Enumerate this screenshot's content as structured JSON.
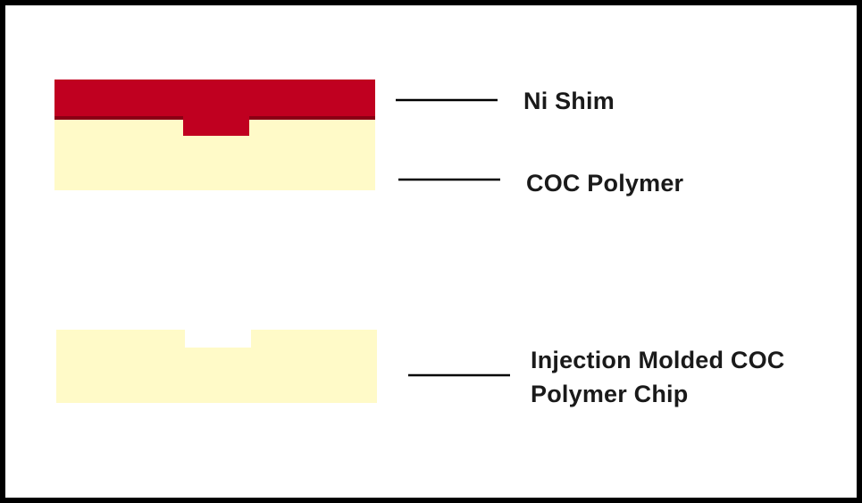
{
  "labels": {
    "shim": "Ni Shim",
    "polymer": "COC Polymer",
    "chip_line1": "Injection Molded COC",
    "chip_line2": "Polymer Chip"
  },
  "colors": {
    "shim": "#c00020",
    "shim_shadow": "#8a0014",
    "polymer": "#fffac8",
    "leader": "#000000",
    "frame": "#000000"
  }
}
